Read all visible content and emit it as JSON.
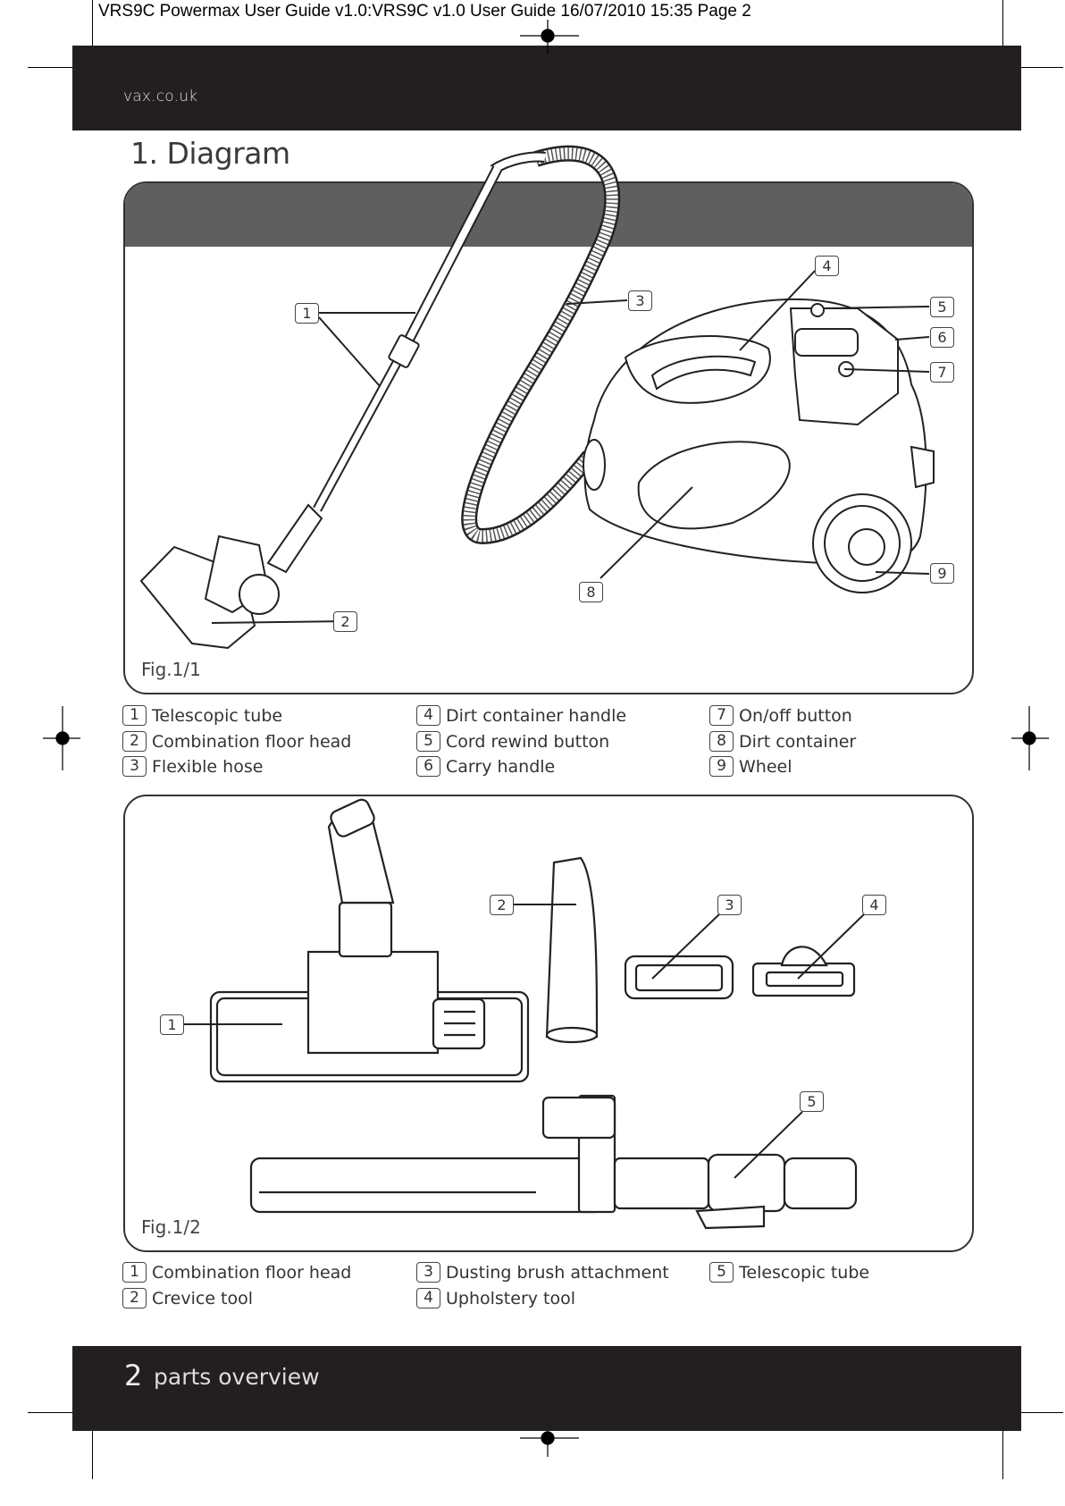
{
  "print_header": "VRS9C Powermax User Guide v1.0:VRS9C v1.0 User Guide  16/07/2010  15:35  Page 2",
  "site": "vax.co.uk",
  "section_title": "1. Diagram",
  "figure1": {
    "label": "Fig.1/1",
    "callouts": [
      "1",
      "2",
      "3",
      "4",
      "5",
      "6",
      "7",
      "8",
      "9"
    ],
    "legend": [
      {
        "num": "1",
        "text": "Telescopic tube"
      },
      {
        "num": "2",
        "text": "Combination floor head"
      },
      {
        "num": "3",
        "text": "Flexible hose"
      },
      {
        "num": "4",
        "text": "Dirt container handle"
      },
      {
        "num": "5",
        "text": "Cord rewind button"
      },
      {
        "num": "6",
        "text": "Carry handle"
      },
      {
        "num": "7",
        "text": "On/off button"
      },
      {
        "num": "8",
        "text": "Dirt container"
      },
      {
        "num": "9",
        "text": "Wheel"
      }
    ]
  },
  "figure2": {
    "label": "Fig.1/2",
    "callouts": [
      "1",
      "2",
      "3",
      "4",
      "5"
    ],
    "legend": [
      {
        "num": "1",
        "text": "Combination floor head"
      },
      {
        "num": "2",
        "text": "Crevice tool"
      },
      {
        "num": "3",
        "text": "Dusting brush attachment"
      },
      {
        "num": "4",
        "text": "Upholstery tool"
      },
      {
        "num": "5",
        "text": "Telescopic tube"
      }
    ]
  },
  "footer": {
    "page_number": "2",
    "section": "parts overview"
  }
}
